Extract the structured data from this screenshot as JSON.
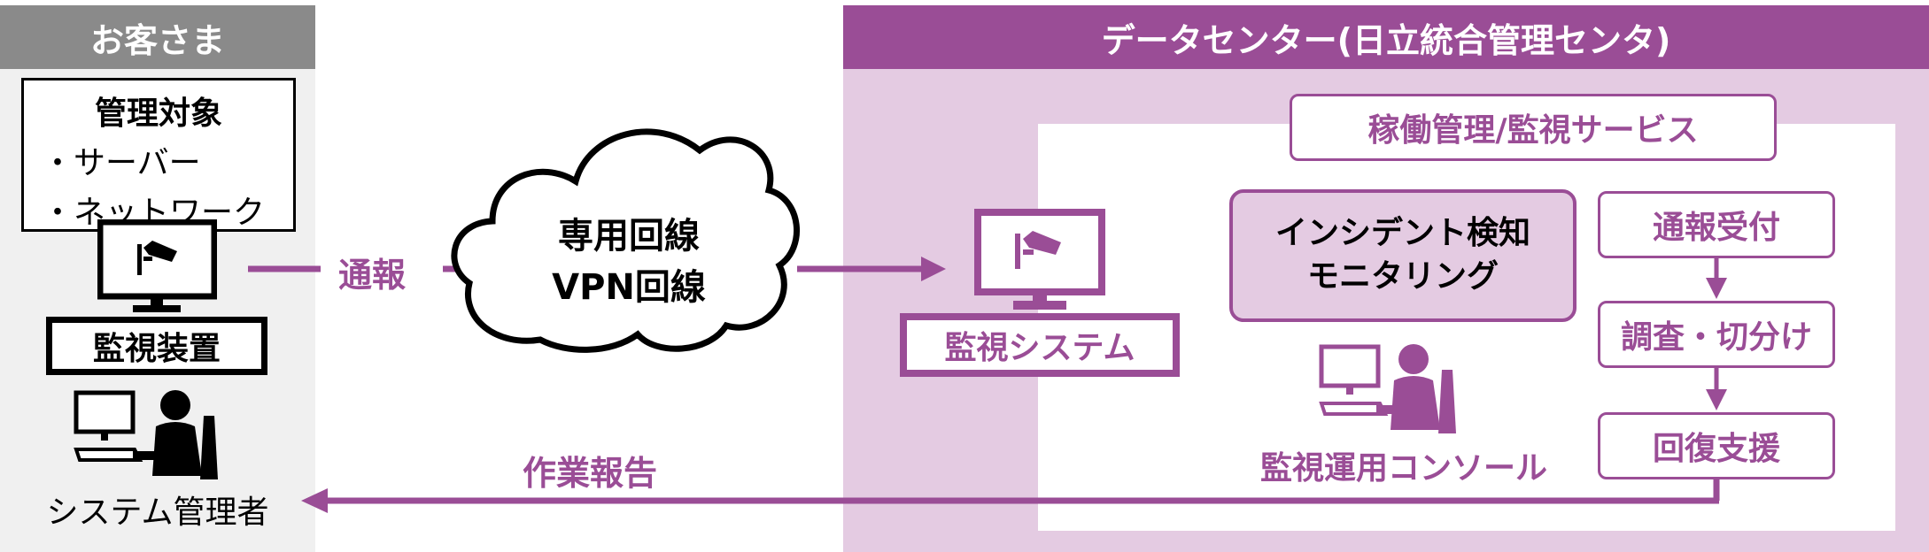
{
  "customer": {
    "header": "お客さま",
    "managed_box": {
      "title": "管理対象",
      "items": [
        "・サーバー",
        "・ネットワーク"
      ]
    },
    "device_label": "監視装置",
    "admin_label": "システム管理者"
  },
  "arrows": {
    "notify_label": "通報",
    "report_label": "作業報告"
  },
  "cloud": {
    "line1": "専用回線",
    "line2": "VPN回線"
  },
  "datacenter": {
    "header": "データセンター(日立統合管理センタ)",
    "monitor_system_label": "監視システム",
    "service_title": "稼働管理/監視サービス",
    "incident_box": {
      "line1": "インシデント検知",
      "line2": "モニタリング"
    },
    "console_label": "監視運用コンソール",
    "flow_steps": [
      "通報受付",
      "調査・切分け",
      "回復支援"
    ]
  },
  "colors": {
    "accent": "#9a4d96",
    "accent_light": "#e4cbe2",
    "gray_header": "#8a8a8a",
    "gray_panel": "#f0f0f0"
  }
}
